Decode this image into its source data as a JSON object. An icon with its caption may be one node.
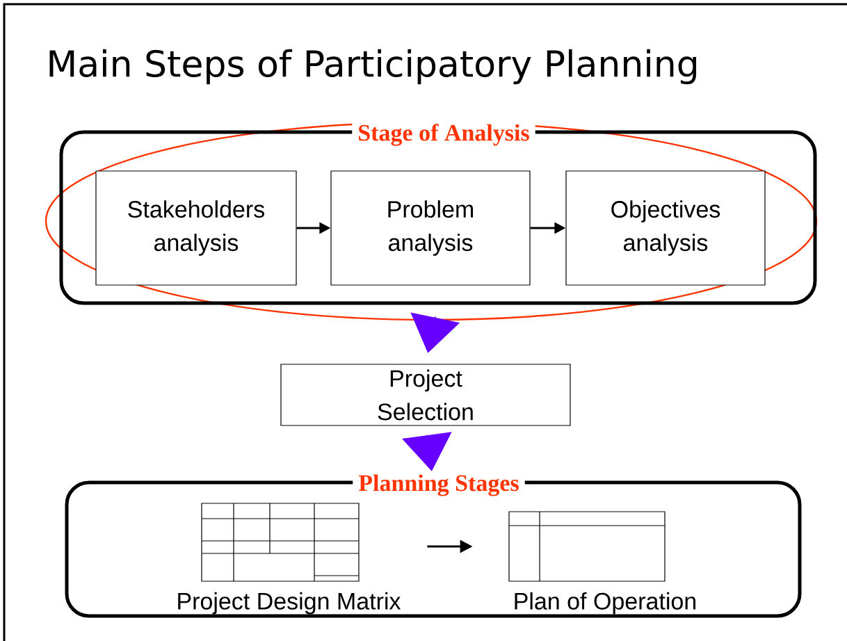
{
  "diagram": {
    "title": "Main Steps of Participatory Planning",
    "nodes": [
      {
        "text": [
          "Stage of Analysis"
        ]
      },
      {
        "text": [
          "Stakeholders analysis"
        ],
        "in": 0
      },
      {
        "text": [
          "Problem analysis"
        ],
        "in": 0
      },
      {
        "text": [
          "Objectives analysis"
        ],
        "in": 0
      },
      {
        "text": [
          "Project Selection"
        ]
      },
      {
        "text": [
          "Planning Stages"
        ]
      },
      {
        "text": [
          "Project Design Matrix"
        ],
        "in": 5
      },
      {
        "text": [
          "Plan of Operation"
        ],
        "in": 5
      }
    ],
    "edges": [
      {
        "from": 1,
        "to": 2,
        "arrow": "to"
      },
      {
        "from": 2,
        "to": 3,
        "arrow": "to"
      },
      {
        "from": 0,
        "to": 4,
        "arrow": "to",
        "color": "#6600ff"
      },
      {
        "from": 4,
        "to": 5,
        "arrow": "to",
        "color": "#6600ff"
      },
      {
        "from": 6,
        "to": 7,
        "arrow": "to"
      }
    ]
  }
}
